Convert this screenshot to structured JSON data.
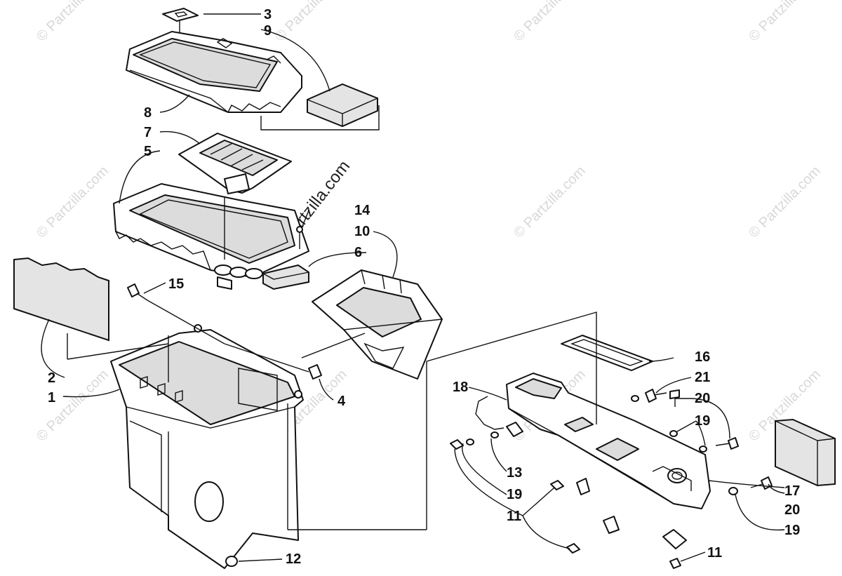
{
  "watermark": {
    "text": "© Partzilla.com",
    "center_text": "Partzilla.com"
  },
  "callouts": {
    "c1": "1",
    "c2": "2",
    "c3": "3",
    "c4": "4",
    "c5": "5",
    "c6": "6",
    "c7": "7",
    "c8": "8",
    "c9": "9",
    "c10": "10",
    "c11a": "11",
    "c11b": "11",
    "c12": "12",
    "c13": "13",
    "c14": "14",
    "c15": "15",
    "c16": "16",
    "c17": "17",
    "c18": "18",
    "c19a": "19",
    "c19b": "19",
    "c19c": "19",
    "c20a": "20",
    "c20b": "20",
    "c21": "21"
  },
  "colors": {
    "line": "#111111",
    "shade": "#dcdcdc",
    "watermark": "#d8d8d8"
  }
}
